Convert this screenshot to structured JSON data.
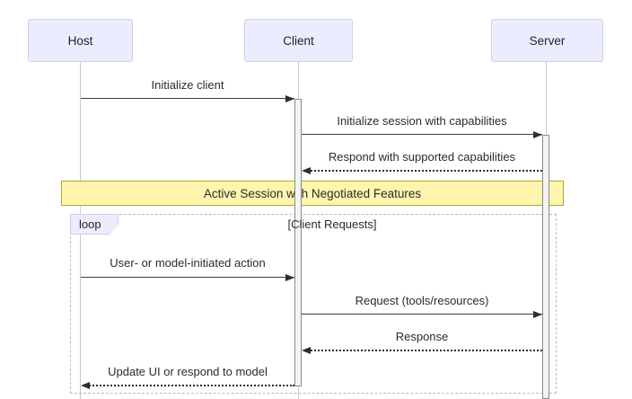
{
  "diagram": {
    "type": "sequence-diagram",
    "actors": [
      {
        "name": "Host"
      },
      {
        "name": "Client"
      },
      {
        "name": "Server"
      }
    ],
    "messages": [
      {
        "from": "Host",
        "to": "Client",
        "label": "Initialize client",
        "style": "solid"
      },
      {
        "from": "Client",
        "to": "Server",
        "label": "Initialize session with capabilities",
        "style": "solid"
      },
      {
        "from": "Server",
        "to": "Client",
        "label": "Respond with supported capabilities",
        "style": "dotted"
      },
      {
        "from": "Host",
        "to": "Client",
        "label": "User- or model-initiated action",
        "style": "solid"
      },
      {
        "from": "Client",
        "to": "Server",
        "label": "Request (tools/resources)",
        "style": "solid"
      },
      {
        "from": "Server",
        "to": "Client",
        "label": "Response",
        "style": "dotted"
      },
      {
        "from": "Client",
        "to": "Host",
        "label": "Update UI or respond to model",
        "style": "dotted"
      }
    ],
    "note": {
      "label": "Active Session with Negotiated Features",
      "over": [
        "Host",
        "Server"
      ]
    },
    "loop": {
      "keyword": "loop",
      "title": "[Client Requests]"
    },
    "colors": {
      "actor_fill": "#ECECFF",
      "actor_border": "#CFCFE8",
      "lifeline": "#C9C9D9",
      "activation_fill": "#F4F4F4",
      "activation_border": "#8A8A8A",
      "arrow": "#2E2E2E",
      "note_fill": "#FFF5AD",
      "note_border": "#AAAA33",
      "loop_border": "#B9B9C6",
      "loop_label_fill": "#ECECFF",
      "background": "#FFFFFF"
    }
  }
}
